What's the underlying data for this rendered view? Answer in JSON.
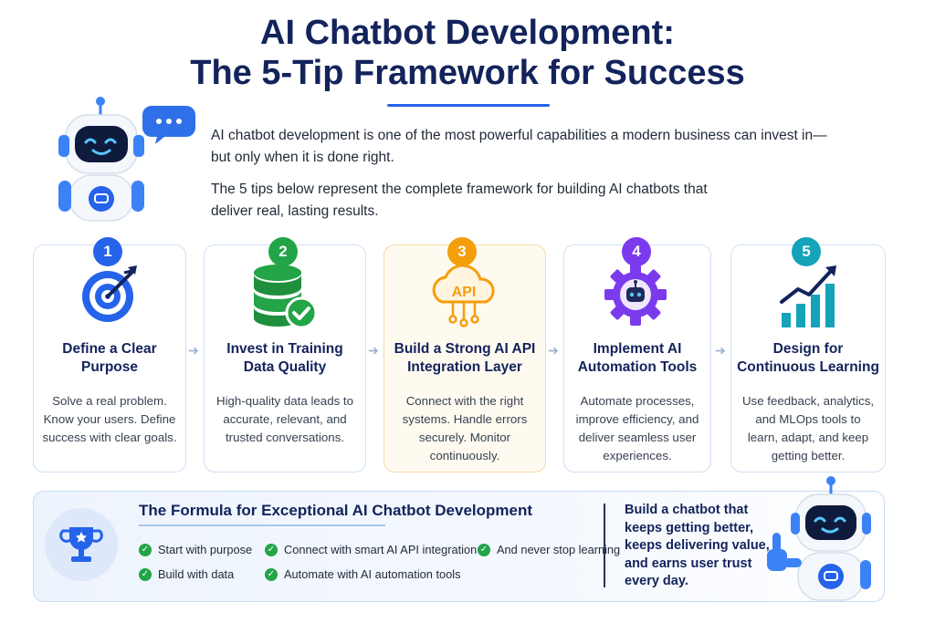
{
  "title": {
    "line1": "AI Chatbot Development:",
    "line2": "The 5-Tip Framework for Success"
  },
  "intro": {
    "p1": "AI chatbot development is one of the most powerful capabilities a modern business can invest in—but only when it is done right.",
    "p2": "The 5 tips below represent the complete framework for building AI chatbots that deliver real, lasting results."
  },
  "tips": [
    {
      "number": "1",
      "title": "Define a Clear Purpose",
      "desc": "Solve a real problem. Know your users. Define success with clear goals.",
      "color": "#2563eb",
      "icon": "target-icon"
    },
    {
      "number": "2",
      "title": "Invest in Training Data Quality",
      "desc": "High-quality data leads to accurate, relevant, and trusted conversations.",
      "color": "#22a447",
      "icon": "database-check-icon"
    },
    {
      "number": "3",
      "title": "Build a Strong AI API Integration Layer",
      "desc": "Connect with the right systems. Handle errors securely. Monitor continuously.",
      "color": "#f59e0b",
      "icon": "api-cloud-icon",
      "icon_label": "API"
    },
    {
      "number": "4",
      "title": "Implement AI Automation Tools",
      "desc": "Automate processes, improve efficiency, and deliver seamless user experiences.",
      "color": "#7c3aed",
      "icon": "robot-gear-icon"
    },
    {
      "number": "5",
      "title": "Design for Continuous Learning",
      "desc": "Use feedback, analytics, and MLOps tools to learn, adapt, and keep getting better.",
      "color": "#14a3b8",
      "icon": "growth-chart-icon"
    }
  ],
  "formula": {
    "title": "The Formula for Exceptional AI Chatbot Development",
    "items": [
      "Start with purpose",
      "Build with data",
      "Connect with smart AI API integration",
      "Automate with AI automation tools",
      "And never stop learning"
    ],
    "closing": "Build a chatbot that keeps getting better, keeps delivering value, and earns user trust every day."
  },
  "colors": {
    "heading": "#13235b",
    "accent": "#2563eb",
    "check": "#22a447"
  }
}
